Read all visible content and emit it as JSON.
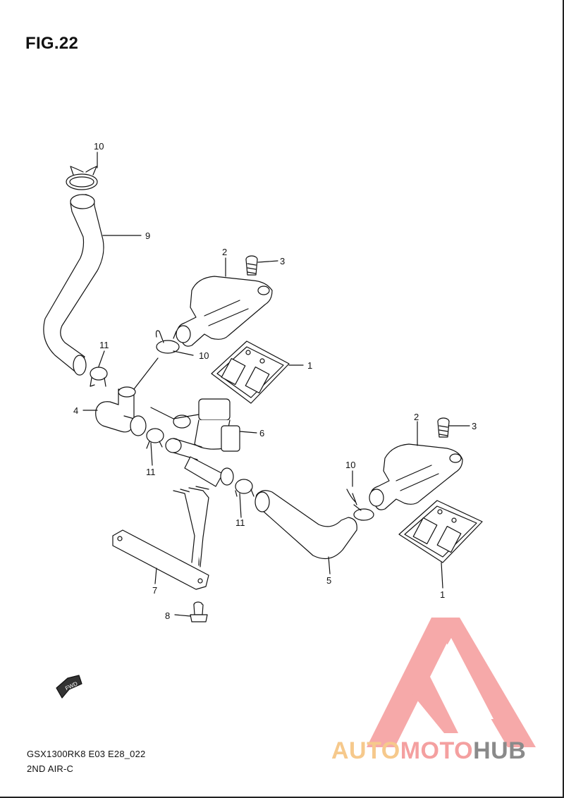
{
  "figure": {
    "title": "FIG.22",
    "code": "GSX1300RK8 E03 E28_022",
    "section": "2ND AIR-C"
  },
  "fwd_label": "FWD",
  "callouts": {
    "c10a": "10",
    "c9": "9",
    "c2a": "2",
    "c3a": "3",
    "c10b": "10",
    "c11a": "11",
    "c1a": "1",
    "c4": "4",
    "c6": "6",
    "c11b": "11",
    "c11c": "11",
    "c2b": "2",
    "c3b": "3",
    "c10c": "10",
    "c1b": "1",
    "c5": "5",
    "c7": "7",
    "c8": "8"
  },
  "watermark": {
    "part1": "AUTO",
    "part2": "MOTO",
    "part3": "HUB",
    "colors": {
      "auto": "#f6c98c",
      "moto": "#f4a0a0",
      "hub": "#8a8a8a",
      "logo": "#f59b9b"
    }
  }
}
